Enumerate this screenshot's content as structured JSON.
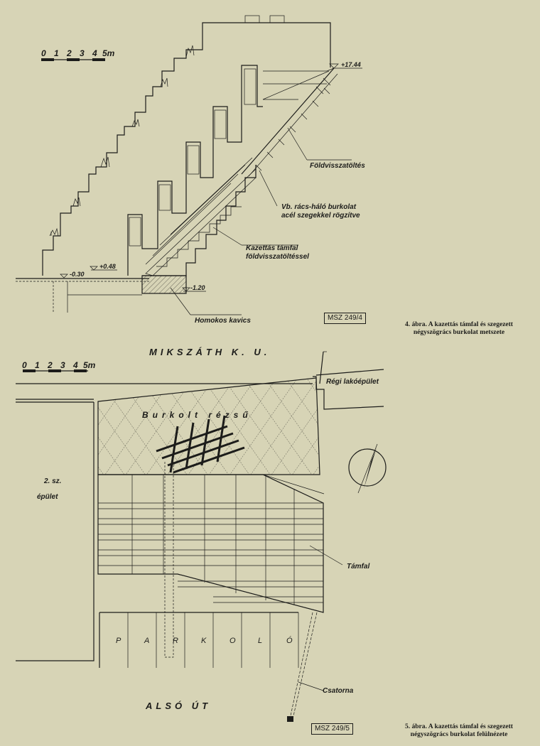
{
  "fig4": {
    "scale": {
      "ticks": [
        "0",
        "1",
        "2",
        "3",
        "4",
        "5m"
      ]
    },
    "levels": {
      "top": "+17.44",
      "a": "+0.48",
      "b": "-0.30",
      "c": "-1.20"
    },
    "labels": {
      "backfill": "Földvisszatöltés",
      "mesh_1": "Vb. rács-háló burkolat",
      "mesh_2": "acél szegekkel rögzítve",
      "wall_1": "Kazettás támfal",
      "wall_2": "földvisszatöltéssel",
      "gravel": "Homokos kavics"
    },
    "standard": "MSZ 249/4",
    "caption_1": "4. ábra. A kazettás támfal és szegezett",
    "caption_2": "négyszögrács burkolat metszete"
  },
  "fig5": {
    "scale": {
      "ticks": [
        "0",
        "1",
        "2",
        "3",
        "4",
        "5m"
      ]
    },
    "street_top": "MIKSZÁTH K. U.",
    "old_building": "Régi lakóépület",
    "slope": "Burkolt rézsű",
    "building_1": "2. sz.",
    "building_2": "épület",
    "retaining_wall": "Támfal",
    "parking": [
      "P",
      "A",
      "R",
      "K",
      "O",
      "L",
      "Ó"
    ],
    "drain": "Csatorna",
    "street_bottom": "ALSÓ ÚT",
    "standard": "MSZ 249/5",
    "caption_1": "5. ábra. A kazettás támfal és szegezett",
    "caption_2": "négyszögrács burkolat felülnézete"
  },
  "colors": {
    "paper": "#d7d4b6",
    "ink": "#1c1c1a"
  }
}
